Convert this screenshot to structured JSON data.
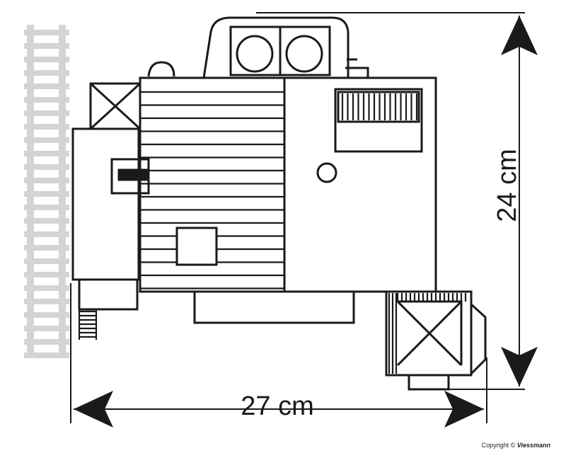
{
  "dimensions": {
    "width_label": "27 cm",
    "height_label": "24 cm"
  },
  "footer": {
    "copyright": "Copyright ©",
    "brand": "Viessmann"
  },
  "colors": {
    "line": "#1a1a1a",
    "track": "#d4d4d4"
  }
}
